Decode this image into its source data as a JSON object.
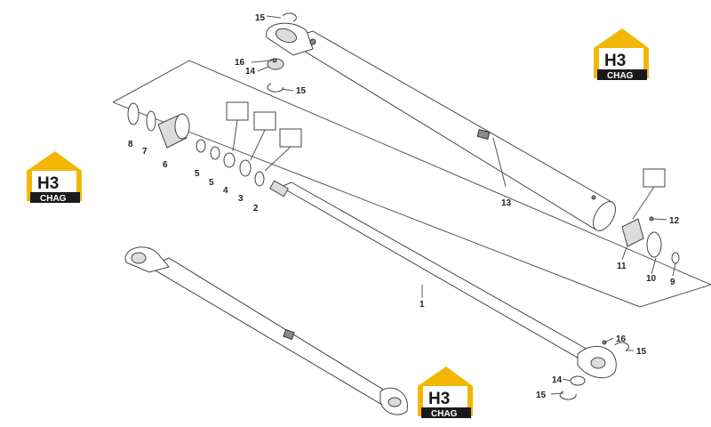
{
  "logo": {
    "mark": "H3",
    "sub": "CHAG"
  },
  "callouts": {
    "c1": "1",
    "c2": "2",
    "c3": "3",
    "c4": "4",
    "c5a": "5",
    "c5b": "5",
    "c6": "6",
    "c7": "7",
    "c8": "8",
    "c9": "9",
    "c10": "10",
    "c11": "11",
    "c12": "12",
    "c13": "13",
    "c14_top": "14",
    "c14_bot": "14",
    "c15_top1": "15",
    "c15_top2": "15",
    "c15_bot1": "15",
    "c15_bot2": "15",
    "c16_top": "16",
    "c16_bot": "16"
  }
}
